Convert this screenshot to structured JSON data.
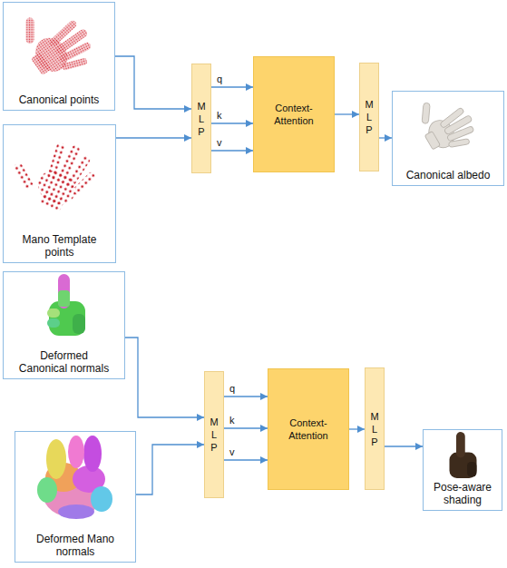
{
  "diagram": {
    "nodes": [
      {
        "text": [
          "Canonical points"
        ]
      },
      {
        "text": [
          "Mano Template points"
        ]
      },
      {
        "text": [
          "M L P"
        ]
      },
      {
        "text": [
          "Context-Attention"
        ]
      },
      {
        "text": [
          "M L P"
        ]
      },
      {
        "text": [
          "Canonical albedo"
        ]
      },
      {
        "text": [
          "Deformed Canonical normals"
        ]
      },
      {
        "text": [
          "Deformed Mano normals"
        ]
      },
      {
        "text": [
          "M L P"
        ]
      },
      {
        "text": [
          "Context-Attention"
        ]
      },
      {
        "text": [
          "M L P"
        ]
      },
      {
        "text": [
          "Pose-aware shading"
        ]
      }
    ],
    "edges": [
      {
        "from": 0,
        "to": 2,
        "arrow": "to"
      },
      {
        "from": 1,
        "to": 2,
        "arrow": "to"
      },
      {
        "from": 2,
        "to": 3,
        "label": "q",
        "arrow": "to"
      },
      {
        "from": 2,
        "to": 3,
        "label": "k",
        "arrow": "to"
      },
      {
        "from": 2,
        "to": 3,
        "label": "v",
        "arrow": "to"
      },
      {
        "from": 3,
        "to": 4,
        "arrow": "to"
      },
      {
        "from": 4,
        "to": 5,
        "arrow": "to"
      },
      {
        "from": 6,
        "to": 8,
        "arrow": "to"
      },
      {
        "from": 7,
        "to": 8,
        "arrow": "to"
      },
      {
        "from": 8,
        "to": 9,
        "label": "q",
        "arrow": "to"
      },
      {
        "from": 8,
        "to": 9,
        "label": "k",
        "arrow": "to"
      },
      {
        "from": 8,
        "to": 9,
        "label": "v",
        "arrow": "to"
      },
      {
        "from": 9,
        "to": 10,
        "arrow": "to"
      },
      {
        "from": 10,
        "to": 11,
        "arrow": "to"
      }
    ]
  }
}
